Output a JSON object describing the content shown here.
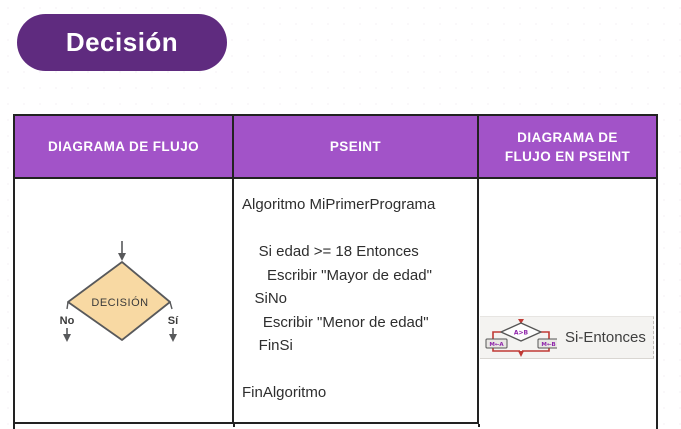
{
  "title": {
    "label": "Decisión"
  },
  "table": {
    "headers": [
      {
        "label": "DIAGRAMA DE FLUJO"
      },
      {
        "label": "PSEINT"
      },
      {
        "label": "DIAGRAMA DE FLUJO EN PSEINT"
      }
    ]
  },
  "flowchart": {
    "decision_label": "DECISIÓN",
    "no_label": "No",
    "yes_label": "Sí"
  },
  "pseint": {
    "code": "Algoritmo MiPrimerPrograma\n\n    Si edad >= 18 Entonces\n      Escribir \"Mayor de edad\"\n   SiNo\n     Escribir \"Menor de edad\"\n    FinSi\n\nFinAlgoritmo"
  },
  "pseint_toolbar": {
    "label": "Si-Entonces",
    "icon": {
      "condition": "A>B",
      "left_assign": "M←A",
      "right_assign": "M←B"
    }
  },
  "colors": {
    "title-bg": "#5f2b7f",
    "header-bg": "#a253c8",
    "table-border": "#222222",
    "diamond-fill": "#f8d9a3",
    "flow-stroke": "#58595b",
    "code-color": "#2e2e2e",
    "icon-red": "#c03a35",
    "icon-purple": "#8e24aa",
    "widget-bg": "#f4f3f1"
  }
}
